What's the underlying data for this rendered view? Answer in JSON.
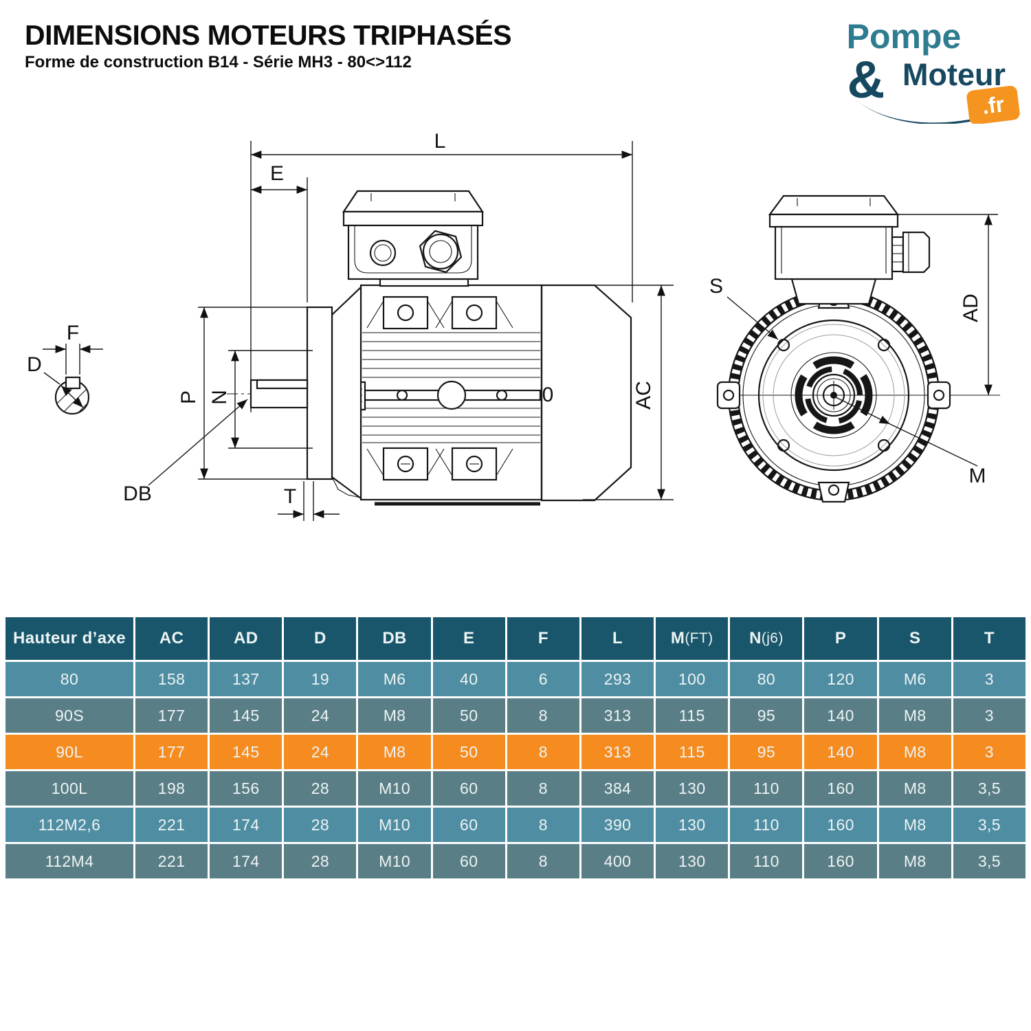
{
  "header": {
    "title": "DIMENSIONS MOTEURS TRIPHASÉS",
    "subtitle": "Forme de construction B14 - Série MH3 - 80<>112"
  },
  "logo": {
    "word1": "Pompe",
    "amp": "&",
    "word2": "Moteur",
    "tld": ".fr",
    "teal": "#2E7C90",
    "navy": "#164860",
    "orange": "#F5941F"
  },
  "diagram": {
    "labels": {
      "L": "L",
      "E": "E",
      "F": "F",
      "D": "D",
      "P": "P",
      "N": "N",
      "DB": "DB",
      "T": "T",
      "AC": "AC",
      "O": "0",
      "S": "S",
      "AD": "AD",
      "M": "M"
    }
  },
  "table": {
    "columns": [
      {
        "label": "Hauteur d’axe"
      },
      {
        "label": "AC"
      },
      {
        "label": "AD"
      },
      {
        "label": "D"
      },
      {
        "label": "DB"
      },
      {
        "label": "E"
      },
      {
        "label": "F"
      },
      {
        "label": "L"
      },
      {
        "label": "M",
        "suffix": " (FT)"
      },
      {
        "label": "N",
        "suffix": " (j6)"
      },
      {
        "label": "P"
      },
      {
        "label": "S"
      },
      {
        "label": "T"
      }
    ],
    "rows": [
      {
        "highlight": false,
        "cells": [
          "80",
          "158",
          "137",
          "19",
          "M6",
          "40",
          "6",
          "293",
          "100",
          "80",
          "120",
          "M6",
          "3"
        ]
      },
      {
        "highlight": false,
        "cells": [
          "90S",
          "177",
          "145",
          "24",
          "M8",
          "50",
          "8",
          "313",
          "115",
          "95",
          "140",
          "M8",
          "3"
        ]
      },
      {
        "highlight": true,
        "cells": [
          "90L",
          "177",
          "145",
          "24",
          "M8",
          "50",
          "8",
          "313",
          "115",
          "95",
          "140",
          "M8",
          "3"
        ]
      },
      {
        "highlight": false,
        "cells": [
          "100L",
          "198",
          "156",
          "28",
          "M10",
          "60",
          "8",
          "384",
          "130",
          "110",
          "160",
          "M8",
          "3,5"
        ]
      },
      {
        "highlight": false,
        "cells": [
          "112M2,6",
          "221",
          "174",
          "28",
          "M10",
          "60",
          "8",
          "390",
          "130",
          "110",
          "160",
          "M8",
          "3,5"
        ]
      },
      {
        "highlight": false,
        "cells": [
          "112M4",
          "221",
          "174",
          "28",
          "M10",
          "60",
          "8",
          "400",
          "130",
          "110",
          "160",
          "M8",
          "3,5"
        ]
      }
    ],
    "colors": {
      "header_bg": "#19566B",
      "row_light": "#4F8DA2",
      "row_dark": "#5A7E86",
      "highlight": "#F68B1F",
      "text": "#EDF4F4"
    }
  }
}
